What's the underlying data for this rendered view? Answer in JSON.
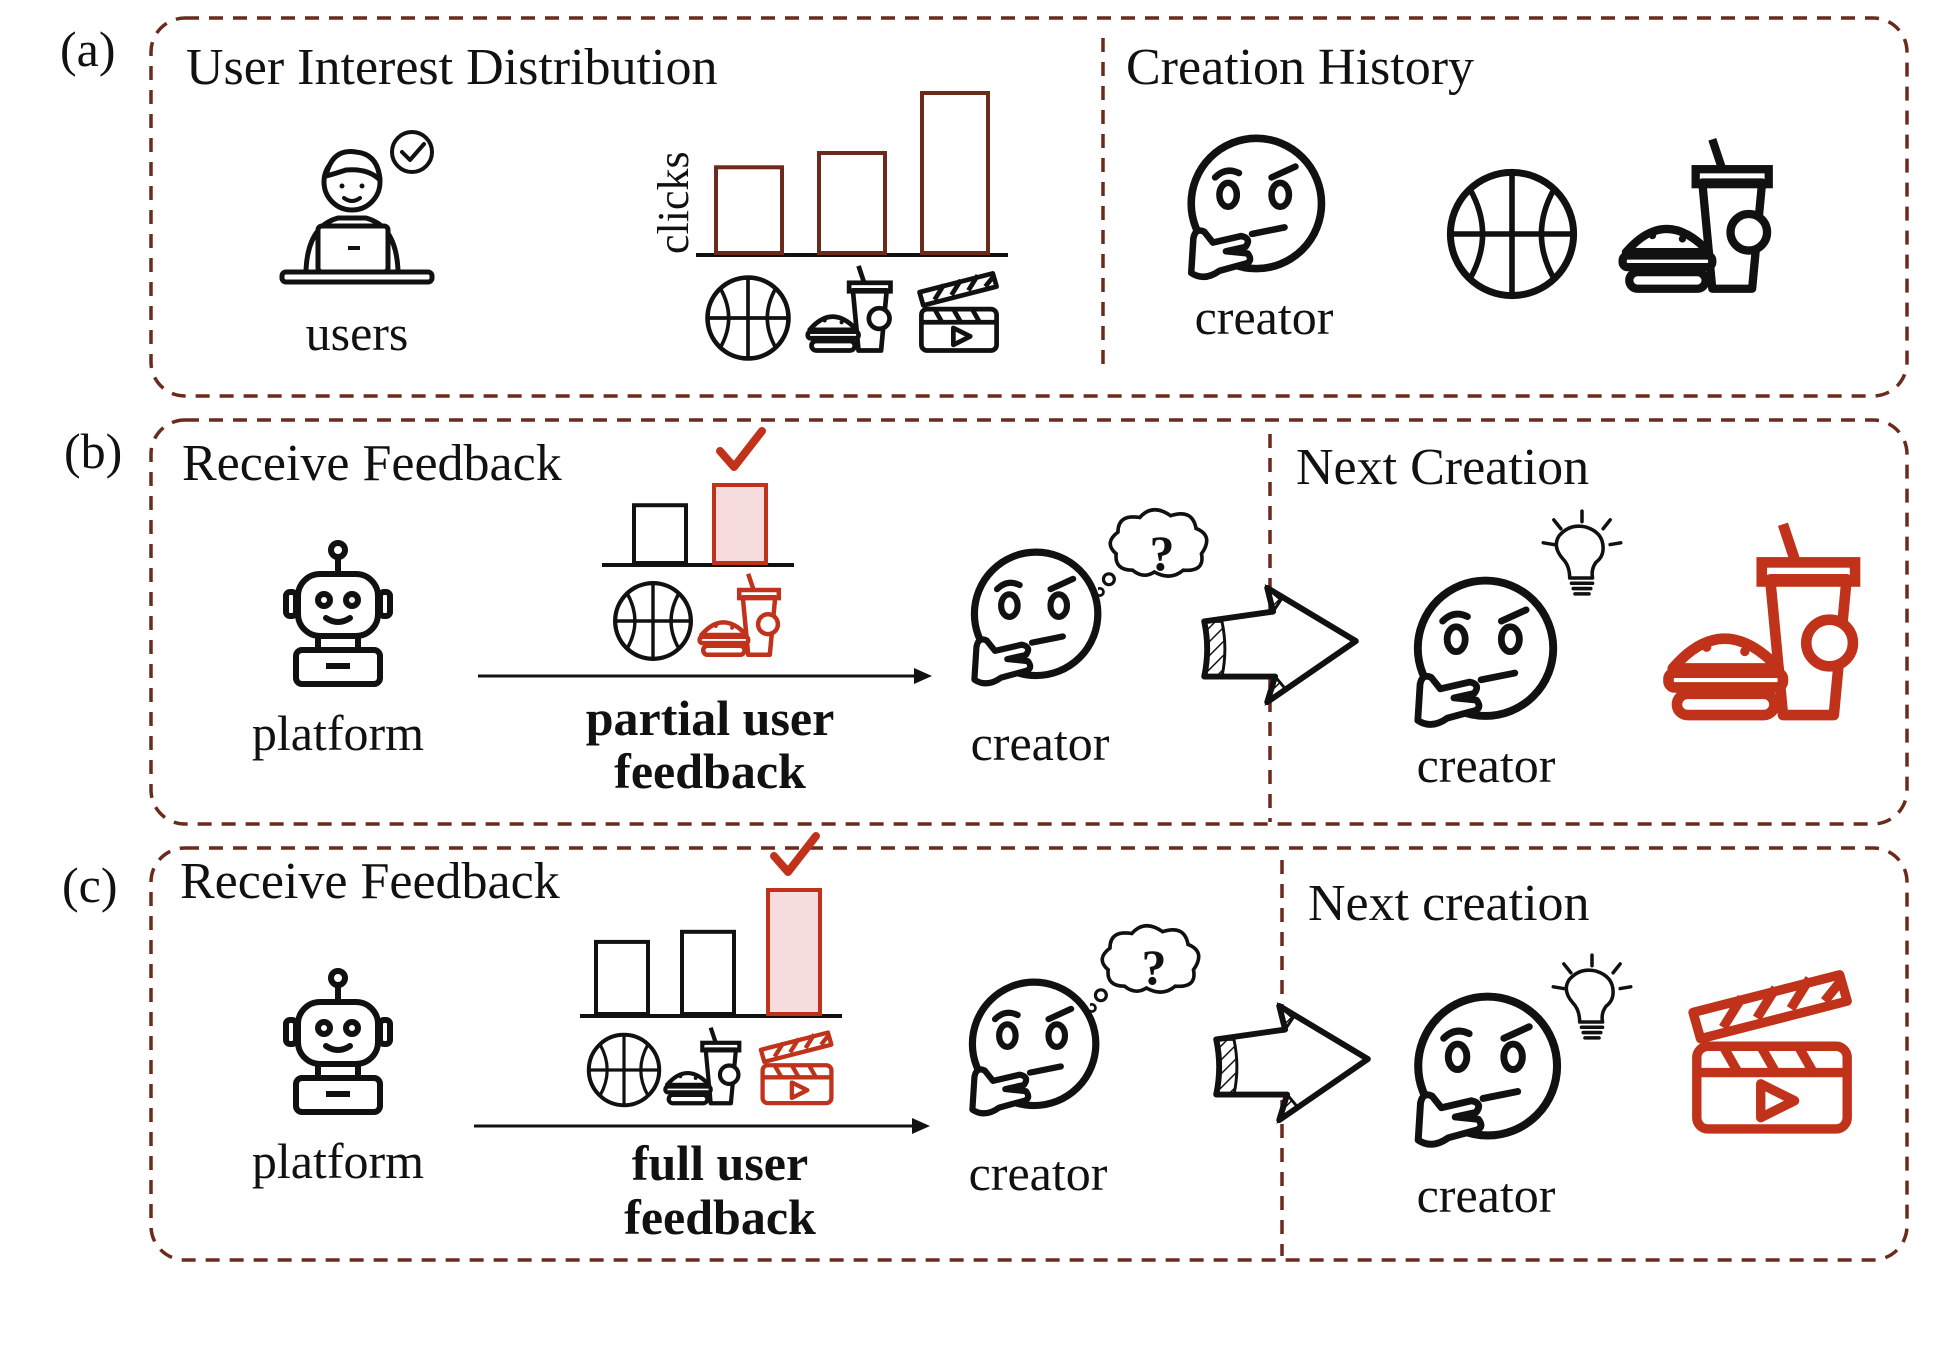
{
  "colors": {
    "frame": "#6b2a1c",
    "highlight": "#c0321a",
    "highlight_fill": "#f6dcdc",
    "ink": "#111111"
  },
  "panel_a": {
    "label": "(a)",
    "left_title": "User Interest Distribution",
    "users_label": "users",
    "axis_label": "clicks",
    "right_title": "Creation History",
    "creator_label": "creator",
    "bar_chart": {
      "categories": [
        "basketball-icon",
        "fastfood-icon",
        "clapperboard-icon"
      ],
      "values": [
        3,
        3.5,
        5.6
      ],
      "bar_color": "#6b2a1c"
    },
    "history_icons": [
      "basketball-icon",
      "fastfood-icon"
    ]
  },
  "panel_b": {
    "label": "(b)",
    "left_title": "Receive Feedback",
    "platform_label": "platform",
    "feedback_line1": "partial user",
    "feedback_line2": "feedback",
    "creator_label": "creator",
    "thought_mark": "?",
    "right_title": "Next Creation",
    "next_creator_label": "creator",
    "feedback_chart": {
      "categories": [
        "basketball-icon",
        "fastfood-icon"
      ],
      "values": [
        1,
        1.35
      ],
      "selected_index": 1
    },
    "next_icon": "fastfood-icon"
  },
  "panel_c": {
    "label": "(c)",
    "left_title": "Receive Feedback",
    "platform_label": "platform",
    "feedback_line1": "full user",
    "feedback_line2": "feedback",
    "creator_label": "creator",
    "thought_mark": "?",
    "right_title": "Next creation",
    "next_creator_label": "creator",
    "feedback_chart": {
      "categories": [
        "basketball-icon",
        "fastfood-icon",
        "clapperboard-icon"
      ],
      "values": [
        1,
        1.14,
        1.72
      ],
      "selected_index": 2
    },
    "next_icon": "clapperboard-icon"
  }
}
